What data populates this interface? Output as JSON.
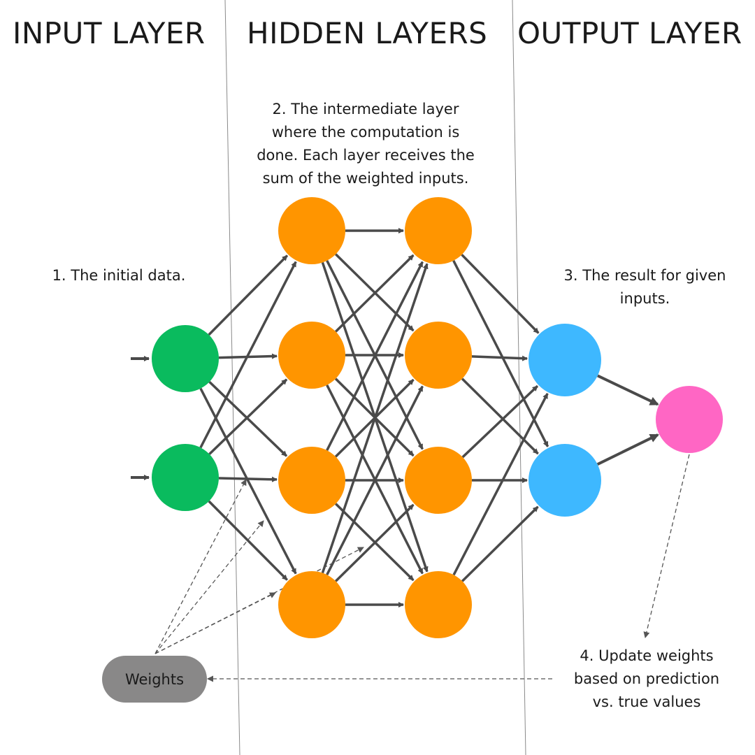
{
  "headings": {
    "input": "INPUT LAYER",
    "hidden": "HIDDEN LAYERS",
    "output": "OUTPUT LAYER"
  },
  "notes": {
    "initial": [
      "1.  The initial data."
    ],
    "hidden": [
      "2. The intermediate layer",
      "where the computation is",
      "done. Each layer receives the",
      "sum of the weighted inputs."
    ],
    "result": [
      "3. The result for given",
      "inputs."
    ],
    "update": [
      "4. Update weights",
      "based on prediction",
      "vs. true values"
    ]
  },
  "weights_label": "Weights",
  "colors": {
    "input": "#0abb5e",
    "hidden": "#ff9500",
    "output": "#3eb8ff",
    "prediction": "#ff66c4",
    "edge": "#4a4a4a",
    "pill": "#898888"
  }
}
